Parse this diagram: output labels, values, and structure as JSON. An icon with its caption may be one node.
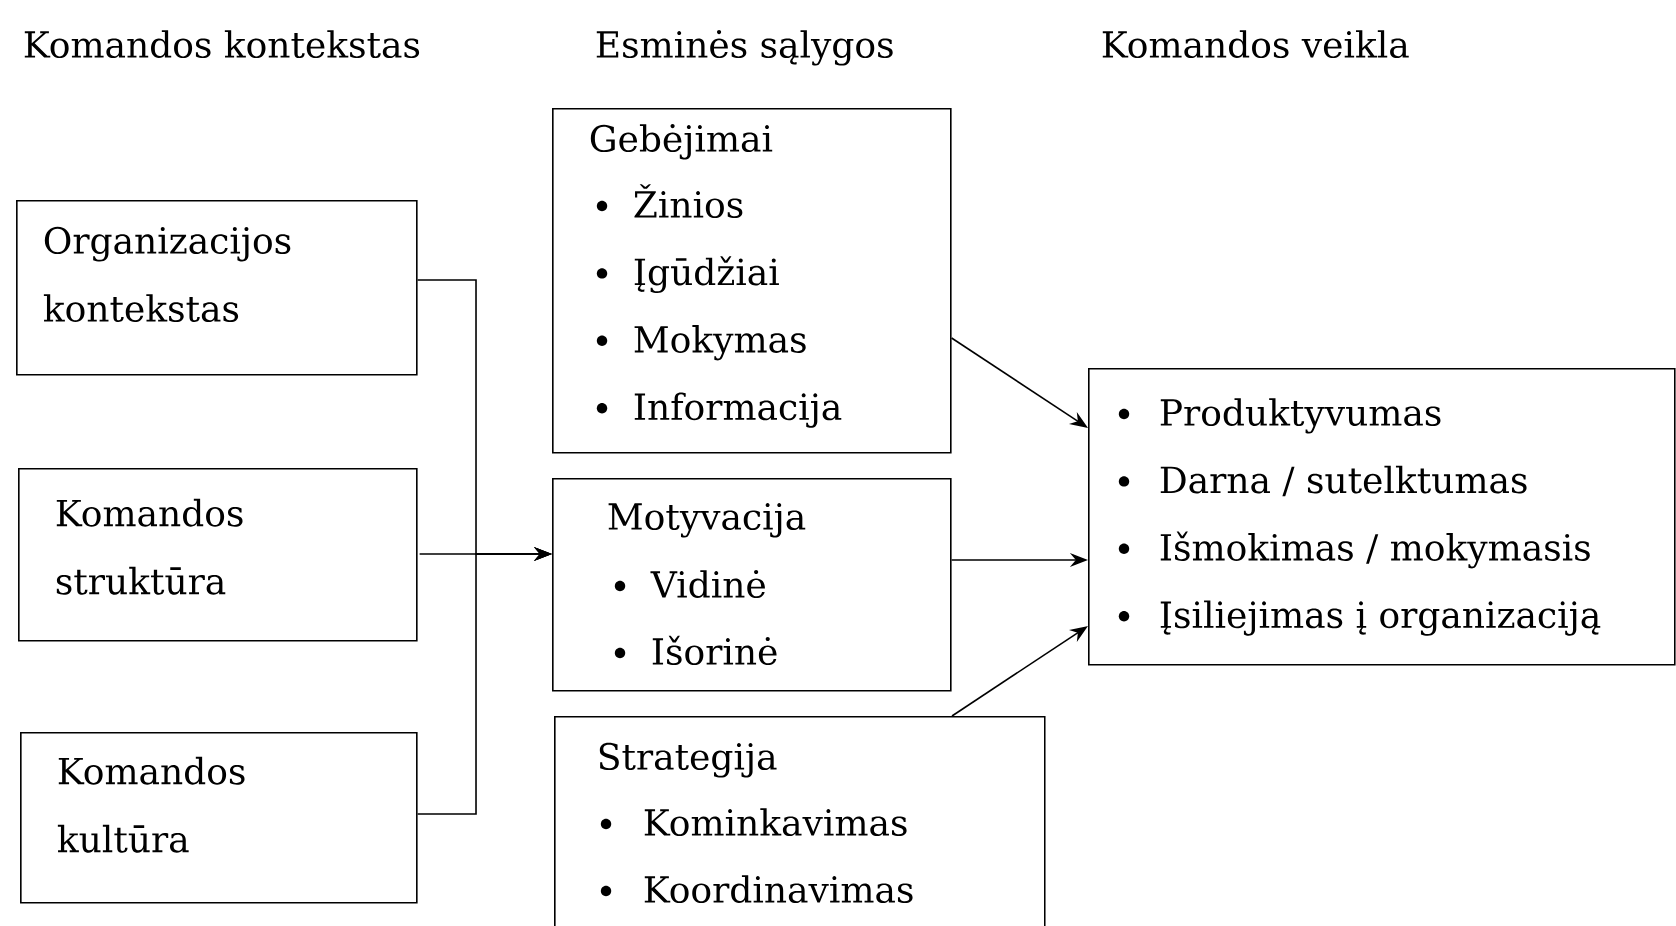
{
  "diagram": {
    "nodes": [
      {
        "text": [
          "Organizacijos kontekstas"
        ]
      },
      {
        "text": [
          "Komandos struktūra"
        ]
      },
      {
        "text": [
          "Komandos kultūra"
        ]
      },
      {
        "text": [
          "Gebėjimai",
          "Žinios",
          "Įgūdžiai",
          "Mokymas",
          "Informacija"
        ]
      },
      {
        "text": [
          "Motyvacija",
          "Vidinė",
          "Išorinė"
        ]
      },
      {
        "text": [
          "Strategija",
          "Kominkavimas",
          "Koordinavimas"
        ]
      },
      {
        "text": [
          "Produktyvumas",
          "Darna / sutelktumas",
          "Išmokimas / mokymasis",
          "Įsiliejimas į organizaciją"
        ]
      }
    ],
    "edges": [
      {
        "from": 0,
        "to": 4,
        "arrow": "to"
      },
      {
        "from": 1,
        "to": 4,
        "arrow": "to"
      },
      {
        "from": 2,
        "to": 4,
        "arrow": "to"
      },
      {
        "from": 3,
        "to": 6,
        "arrow": "to"
      },
      {
        "from": 4,
        "to": 6,
        "arrow": "to"
      },
      {
        "from": 5,
        "to": 6,
        "arrow": "to"
      }
    ],
    "labels": [
      "Komandos kontekstas",
      "Esminės sąlygos",
      "Komandos veikla"
    ]
  }
}
